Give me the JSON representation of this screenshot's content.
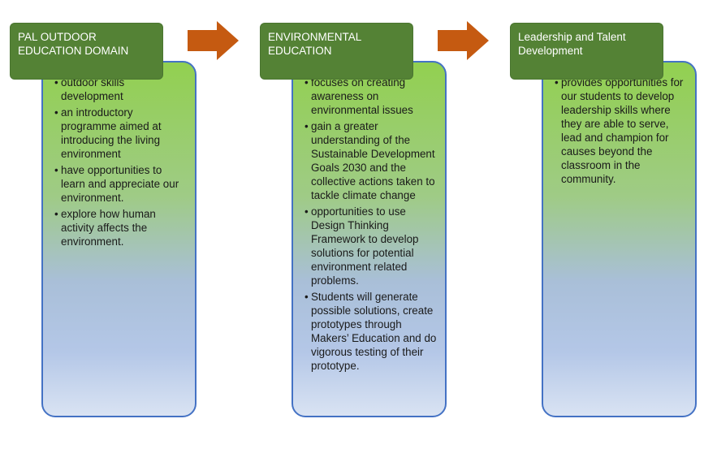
{
  "columns": [
    {
      "title": "PAL OUTDOOR EDUCATION DOMAIN",
      "items": [
        "outdoor skills development",
        "an introductory programme aimed at introducing the living environment",
        "have opportunities to learn and appreciate our environment.",
        " explore how human activity affects the environment."
      ]
    },
    {
      "title": "ENVIRONMENTAL EDUCATION",
      "items": [
        "focuses on creating awareness on environmental issues",
        "gain a greater understanding of the Sustainable Development Goals 2030 and the collective actions taken to tackle climate change",
        "opportunities to use Design Thinking Framework to develop solutions for potential environment related problems.",
        "Students will generate possible solutions, create prototypes through Makers’ Education  and do vigorous testing of their prototype."
      ]
    },
    {
      "title": "Leadership and Talent Development",
      "items": [
        "provides opportunities for our students to develop leadership skills where they are able to serve, lead and champion for causes beyond the classroom in the community."
      ]
    }
  ],
  "bullet_char": "•",
  "colors": {
    "header_fill": "#548235",
    "card_border": "#4472c4",
    "gradient_top": "#92d050",
    "gradient_bottom": "#d9e3f3",
    "arrow_fill": "#c55a11"
  }
}
